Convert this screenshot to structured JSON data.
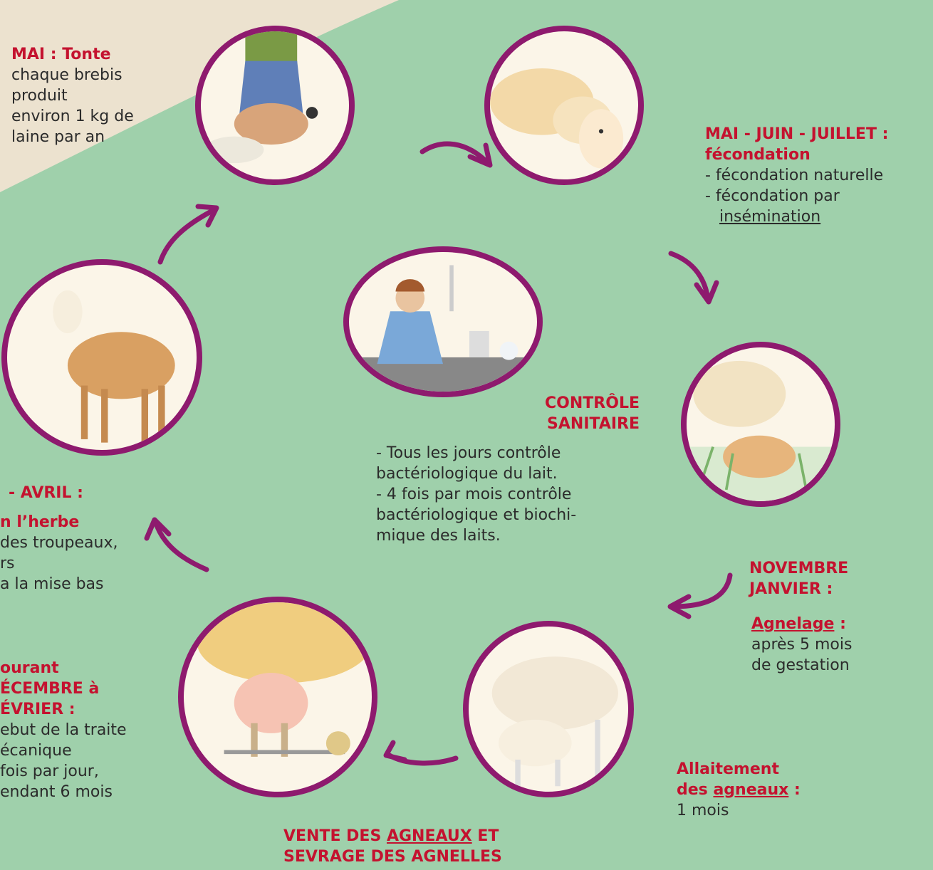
{
  "colors": {
    "accent_red": "#c4122f",
    "ring_purple": "#8e1a6e",
    "green_bg": "#9fd0ab",
    "paper": "#ece2cf"
  },
  "stages": {
    "tonte": {
      "title": "MAI : Tonte",
      "lines": [
        "chaque brebis",
        "produit",
        "environ 1 kg de",
        "laine par an"
      ]
    },
    "fecondation": {
      "title_1": "MAI - JUIN - JUILLET :",
      "title_2": "fécondation",
      "line_1": "- fécondation naturelle",
      "line_2": "- fécondation par",
      "line_3": "insémination"
    },
    "controle": {
      "title_1": "CONTRÔLE",
      "title_2": "SANITAIRE",
      "lines": [
        "- Tous les jours contrôle",
        "bactériologique du lait.",
        "- 4 fois par mois contrôle",
        "bactériologique et biochi-",
        "mique des laits."
      ]
    },
    "agnelage": {
      "title_1": "NOVEMBRE",
      "title_2": "JANVIER :",
      "sub_1": "Agnelage",
      "sub_2": " :",
      "lines": [
        "après 5 mois",
        "de gestation"
      ]
    },
    "allaitement": {
      "title_1": "Allaitement",
      "title_2a": "des ",
      "title_2b": "agneaux",
      "title_2c": " :",
      "line": "1 mois"
    },
    "vente": {
      "line_1a": "VENTE DES ",
      "line_1b": "AGNEAUX",
      "line_1c": " ET",
      "line_2": "SEVRAGE DES AGNELLES"
    },
    "traite": {
      "title_1": "ourant",
      "title_2": "ÉCEMBRE à",
      "title_3": "ÉVRIER :",
      "lines": [
        "ebut de la traite",
        "écanique",
        "fois par jour,",
        "endant 6 mois"
      ]
    },
    "herbe": {
      "title_1": "- AVRIL :",
      "title_2": "n l’herbe",
      "lines": [
        "des troupeaux,",
        "rs",
        "a la mise bas"
      ]
    }
  },
  "illustrations": [
    "shearing-illustration",
    "ewes-illustration",
    "lab-illustration",
    "ewe-standing-illustration",
    "lambing-illustration",
    "milking-illustration",
    "nursing-illustration"
  ]
}
